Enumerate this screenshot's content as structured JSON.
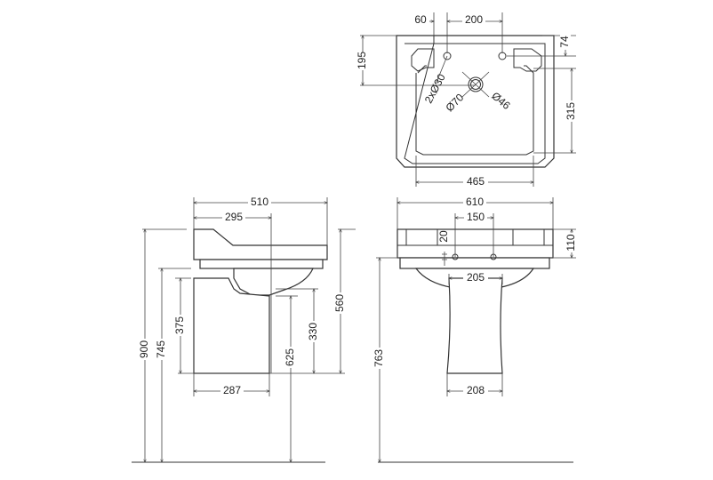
{
  "title": "Basin and pedestal dimension drawing",
  "top_view": {
    "dim_tap_offset": "60",
    "dim_tap_spacing": "200",
    "dim_rim_depth": "74",
    "dim_bowl_depth": "315",
    "dim_waste_position": "195",
    "dim_bowl_width": "465",
    "tap_holes": "2xØ30",
    "waste_outer": "Ø70",
    "waste_inner": "Ø46"
  },
  "side_view": {
    "dim_total_depth": "510",
    "dim_waste_depth": "295",
    "dim_height_total": "900",
    "dim_height_underside": "745",
    "dim_pedestal_back": "375",
    "dim_waste_height": "625",
    "dim_trap_height": "330",
    "dim_basin_to_base": "560",
    "dim_pedestal_depth": "287"
  },
  "front_view": {
    "dim_width": "610",
    "dim_tap_centres": "150",
    "dim_overflow": "20",
    "dim_rim_height": "110",
    "dim_pedestal_top": "205",
    "dim_pedestal_base": "208",
    "dim_rim_from_floor": "763"
  },
  "colors": {
    "line": "#333333",
    "background": "#ffffff"
  }
}
